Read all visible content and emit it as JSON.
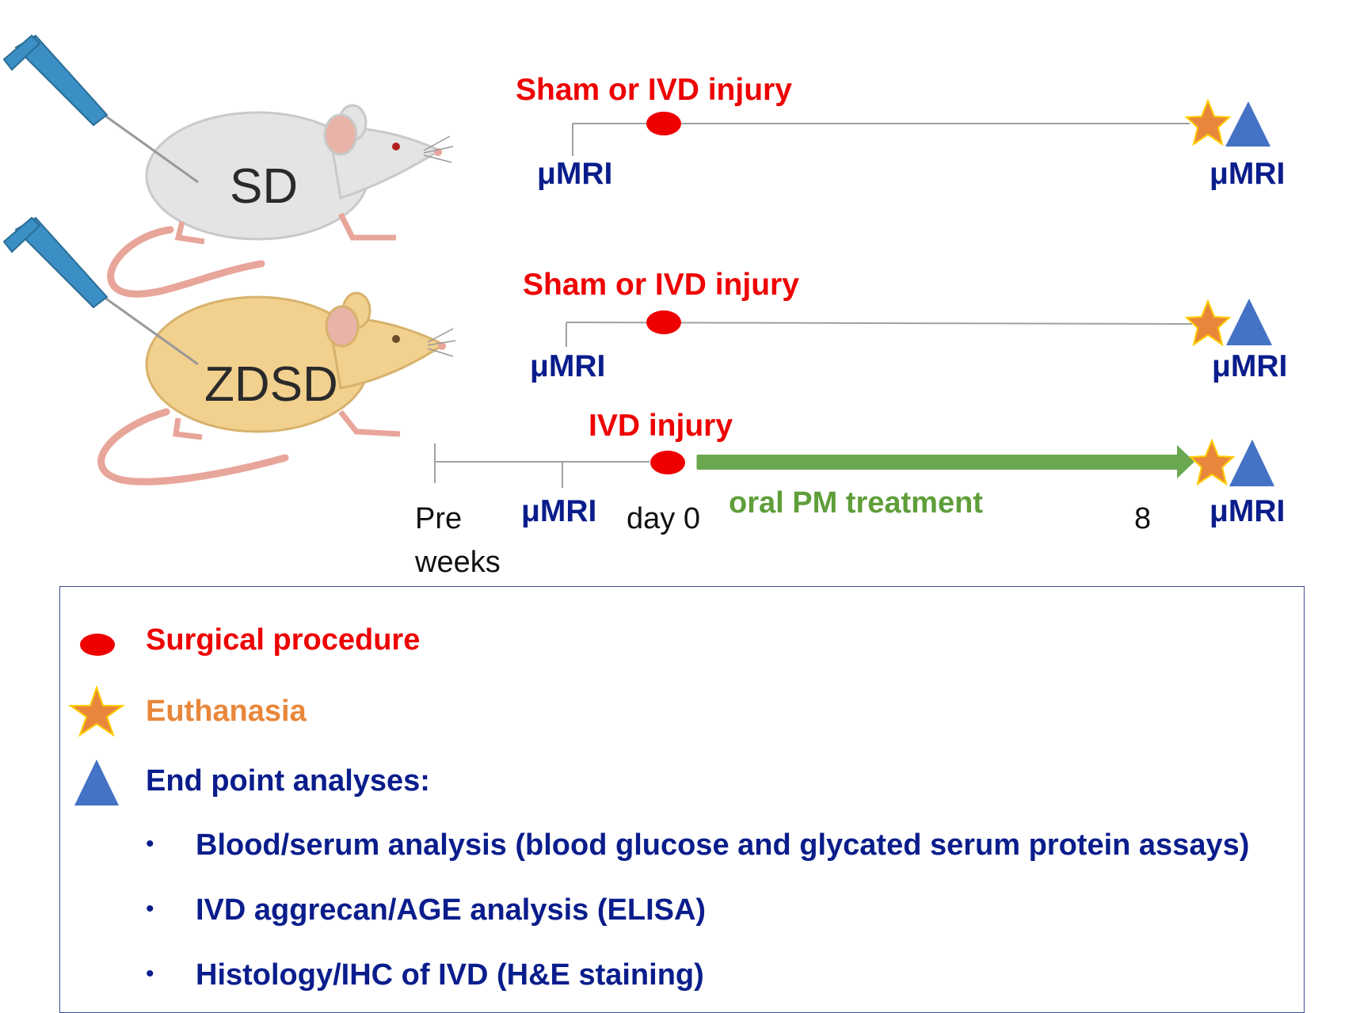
{
  "animals": {
    "sd": {
      "label": "SD",
      "body_color": "#e4e4e4",
      "ear_color": "#e8b4a8",
      "tail_color": "#e8a59a"
    },
    "zdsd": {
      "label": "ZDSD",
      "body_color": "#f2d08e",
      "ear_color": "#e8b4a8",
      "tail_color": "#e8a59a"
    },
    "needle_color": "#3b8fc4"
  },
  "timelines": {
    "sd": {
      "event_label": "Sham or IVD injury",
      "start_label": "μMRI",
      "end_label": "μMRI"
    },
    "zdsd_sham": {
      "event_label": "Sham or IVD injury",
      "start_label": "μMRI",
      "end_label": "μMRI"
    },
    "zdsd_pm": {
      "event_label": "IVD injury",
      "pre_label": "Pre",
      "weeks_label": "weeks",
      "mri_label": "μMRI",
      "day0_label": "day 0",
      "treatment_label": "oral PM treatment",
      "end_week_label": "8",
      "end_label": "μMRI"
    }
  },
  "legend": {
    "surgical": "Surgical procedure",
    "euthanasia": "Euthanasia",
    "endpoint": "End point analyses:",
    "bullet_symbol": "•",
    "analyses": [
      "Blood/serum analysis (blood glucose and glycated serum protein assays)",
      "IVD aggrecan/AGE analysis (ELISA)",
      "Histology/IHC of IVD (H&E staining)"
    ]
  },
  "colors": {
    "surgical": "#ee0000",
    "euthanasia": "#e8873b",
    "endpoint": "#4472c4",
    "treatment": "#6aa84f",
    "text_navy": "#0a1d8c"
  }
}
